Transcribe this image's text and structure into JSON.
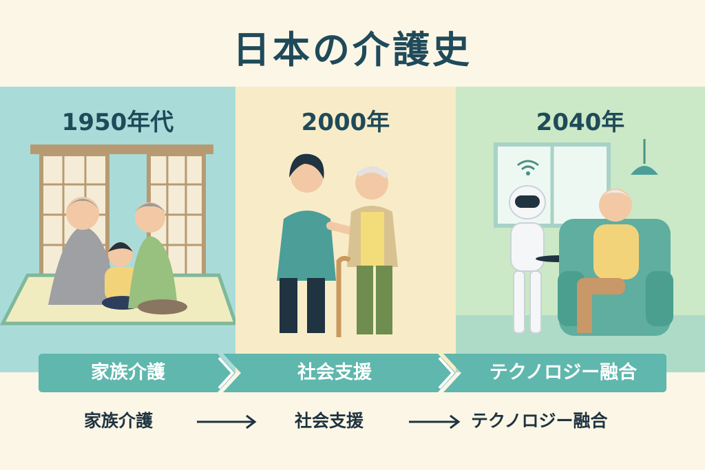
{
  "title": "日本の介護史",
  "eras": [
    {
      "label": "1950年代",
      "color": "#a9dcd9"
    },
    {
      "label": "2000年",
      "color": "#f8ecc8"
    },
    {
      "label": "2040年",
      "color": "#cbe9c6"
    }
  ],
  "stages": [
    "家族介護",
    "社会支援",
    "テクノロジー融合"
  ],
  "flow": [
    "家族介護",
    "社会支援",
    "テクノロジー融合"
  ],
  "colors": {
    "accent": "#5fb7ad",
    "title": "#1f4a5a"
  }
}
